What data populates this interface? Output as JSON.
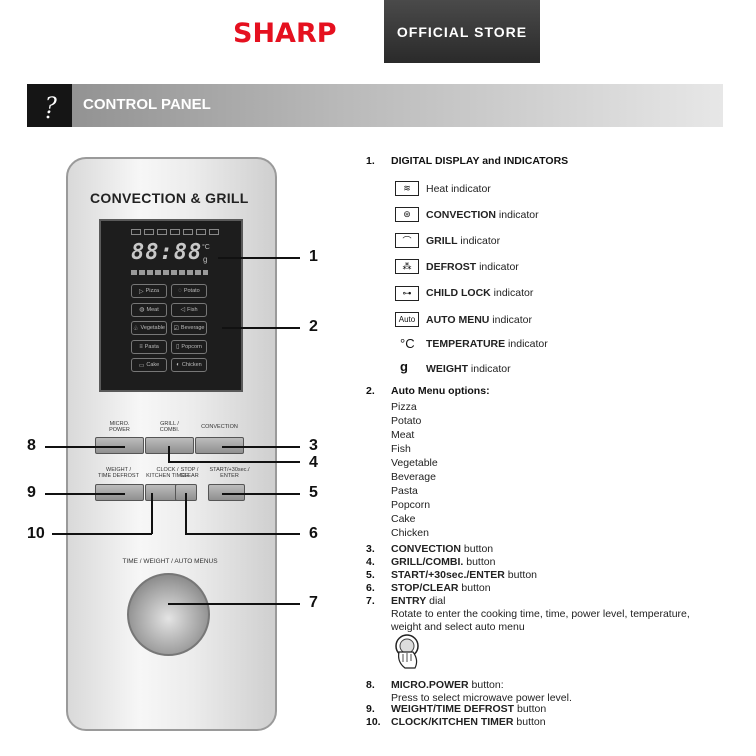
{
  "header": {
    "brand": "SHARP",
    "store_label": "OFFICIAL STORE"
  },
  "section": {
    "title": "CONTROL PANEL",
    "icon": "info-icon"
  },
  "panel": {
    "title": "CONVECTION & GRILL",
    "digits": "88:88",
    "unit_c": "°C",
    "unit_g": "g",
    "menu_buttons": [
      "Pizza",
      "Potato",
      "Meat",
      "Fish",
      "Vegetable",
      "Beverage",
      "Pasta",
      "Popcorn",
      "Cake",
      "Chicken"
    ],
    "buttons": {
      "micro_power": "MICRO.\nPOWER",
      "grill_combi": "GRILL /\nCOMBI.",
      "convection": "CONVECTION",
      "weight_time_defrost": "WEIGHT /\nTIME DEFROST",
      "clock_kitchen_timer": "CLOCK /\nKITCHEN TIMER",
      "stop_clear": "STOP /\nCLEAR",
      "start_enter": "START/+30sec./\nENTER"
    },
    "dial_label": "TIME / WEIGHT / AUTO MENUS"
  },
  "callouts": [
    "1",
    "2",
    "3",
    "4",
    "5",
    "6",
    "7",
    "8",
    "9",
    "10"
  ],
  "legend": {
    "item1": {
      "num": "1.",
      "title": "DIGITAL DISPLAY and INDICATORS",
      "indicators": [
        {
          "icon": "heat-icon",
          "bold": "",
          "text": "Heat indicator"
        },
        {
          "icon": "convection-icon",
          "bold": "CONVECTION",
          "text": " indicator"
        },
        {
          "icon": "grill-icon",
          "bold": "GRILL",
          "text": " indicator"
        },
        {
          "icon": "defrost-icon",
          "bold": "DEFROST",
          "text": " indicator"
        },
        {
          "icon": "child-lock-icon",
          "bold": "CHILD LOCK",
          "text": " indicator"
        },
        {
          "icon": "auto-icon",
          "bold": "AUTO MENU",
          "text": " indicator"
        },
        {
          "icon": "temperature-icon",
          "bold": "TEMPERATURE",
          "text": " indicator"
        },
        {
          "icon": "weight-icon",
          "bold": "WEIGHT",
          "text": " indicator"
        }
      ],
      "auto_icon_text": "Auto",
      "temp_symbol": "°C",
      "weight_symbol": "g"
    },
    "item2": {
      "num": "2.",
      "title": "Auto Menu options:",
      "options": [
        "Pizza",
        "Potato",
        "Meat",
        "Fish",
        "Vegetable",
        "Beverage",
        "Pasta",
        "Popcorn",
        "Cake",
        "Chicken"
      ]
    },
    "items": [
      {
        "num": "3.",
        "bold": "CONVECTION",
        "text": " button"
      },
      {
        "num": "4.",
        "bold": "GRILL/COMBI.",
        "text": " button"
      },
      {
        "num": "5.",
        "bold": "START/+30sec./ENTER",
        "text": " button"
      },
      {
        "num": "6.",
        "bold": "STOP/CLEAR",
        "text": " button"
      },
      {
        "num": "7.",
        "bold": "ENTRY",
        "text": " dial"
      }
    ],
    "item7_desc": "Rotate to enter the cooking time, time, power level, temperature, weight and select auto menu",
    "item8": {
      "num": "8.",
      "bold": "MICRO.POWER",
      "text": " button:",
      "desc": "Press to select microwave power level."
    },
    "item9": {
      "num": "9.",
      "bold": "WEIGHT/TIME DEFROST",
      "text": " button"
    },
    "item10": {
      "num": "10.",
      "bold": "CLOCK/KITCHEN TIMER",
      "text": " button"
    }
  }
}
